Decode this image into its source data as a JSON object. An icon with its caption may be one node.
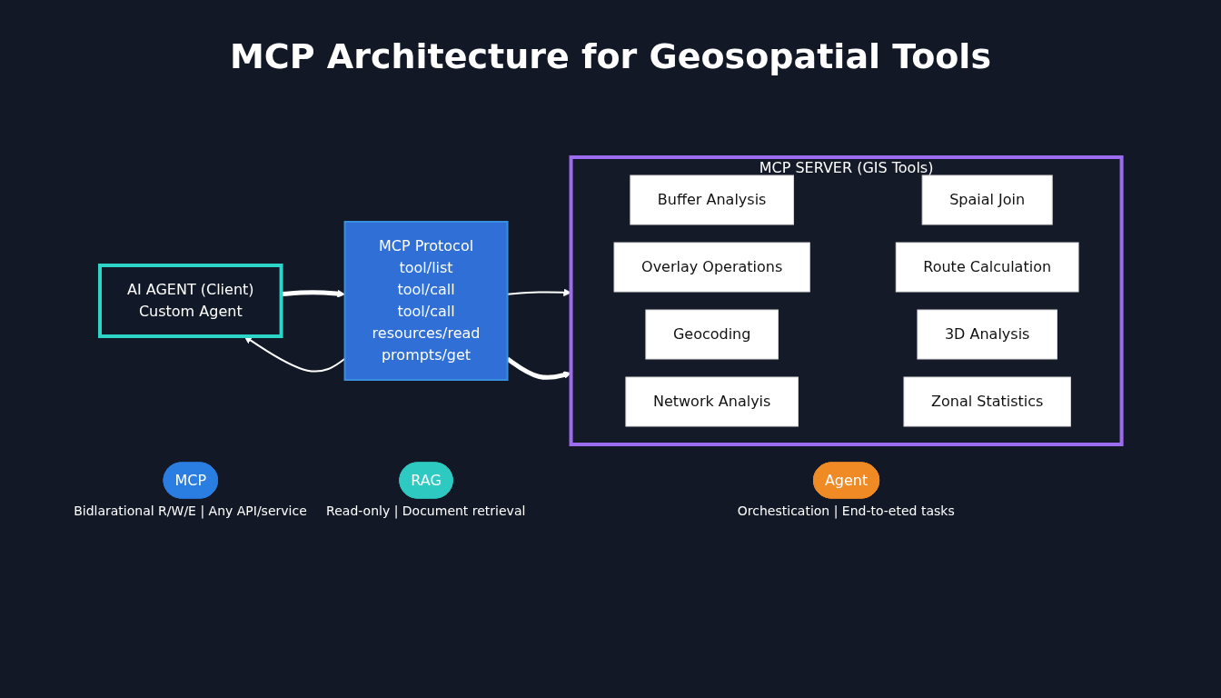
{
  "diagram": {
    "title": "MCP Architecture for Geosopatial Tools",
    "nodes": [
      {
        "text": [
          "AI AGENT (Client)",
          "Custom Agent"
        ]
      },
      {
        "text": [
          "MCP Protocol",
          "tool/list",
          "tool/call",
          "tool/call",
          "resources/read",
          "prompts/get"
        ]
      },
      {
        "text": [
          "MCP SERVER (GIS Tools)"
        ]
      },
      {
        "text": [
          "Buffer Analysis"
        ],
        "in": 2
      },
      {
        "text": [
          "Spaial Join"
        ],
        "in": 2
      },
      {
        "text": [
          "Overlay Operations"
        ],
        "in": 2
      },
      {
        "text": [
          "Route Calculation"
        ],
        "in": 2
      },
      {
        "text": [
          "Geocoding"
        ],
        "in": 2
      },
      {
        "text": [
          "3D Analysis"
        ],
        "in": 2
      },
      {
        "text": [
          "Network Analyis"
        ],
        "in": 2
      },
      {
        "text": [
          "Zonal Statistics"
        ],
        "in": 2
      },
      {
        "text": [
          "MCP"
        ],
        "beside": [
          "Bidlarational R/W/E | Any API/service"
        ]
      },
      {
        "text": [
          "RAG"
        ],
        "beside": [
          "Read-only | Document retrieval"
        ]
      },
      {
        "text": [
          "Agent"
        ],
        "beside": [
          "Orchestication | End-to-eted tasks"
        ]
      }
    ],
    "edges": [
      {
        "from": 0,
        "to": 1,
        "arrow": "to",
        "style": "thick"
      },
      {
        "from": 1,
        "to": 0,
        "arrow": "to"
      },
      {
        "from": 1,
        "to": 2,
        "arrow": "to"
      },
      {
        "from": 1,
        "to": 2,
        "arrow": "to",
        "style": "thick"
      }
    ]
  }
}
